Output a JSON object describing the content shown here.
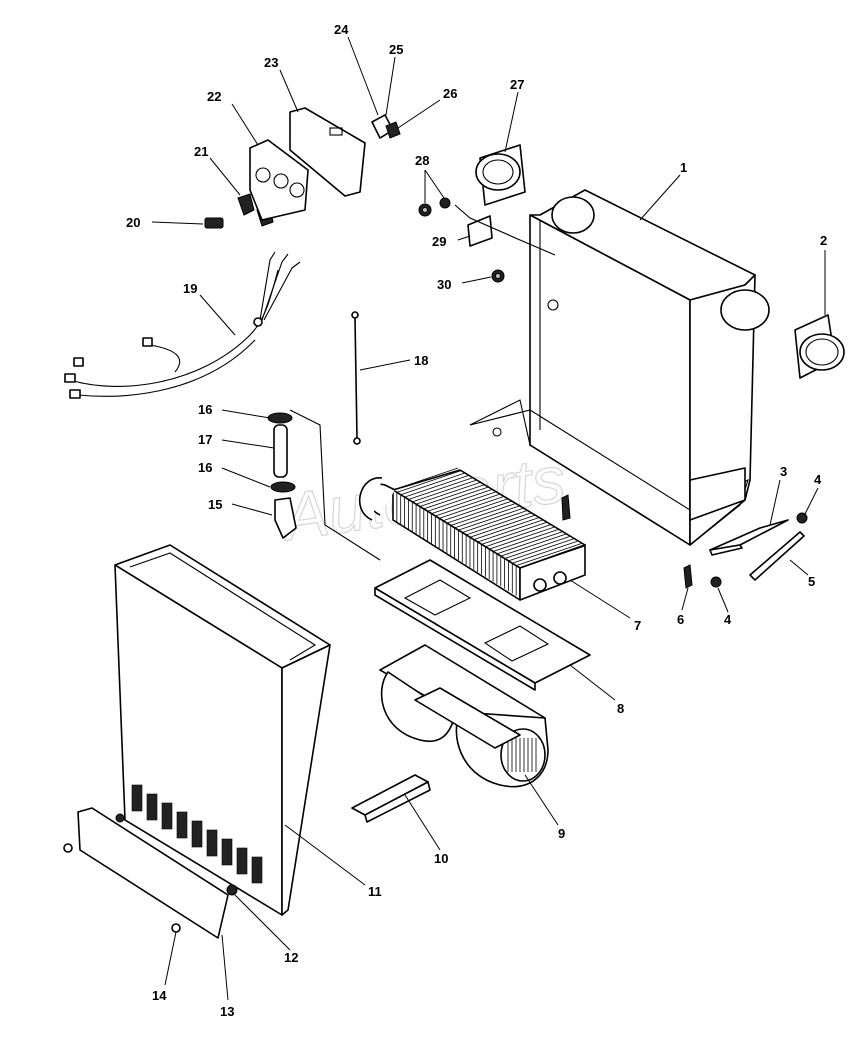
{
  "watermark": "Autoparts",
  "callouts": [
    {
      "label": "1"
    },
    {
      "label": "2"
    },
    {
      "label": "3"
    },
    {
      "label": "4"
    },
    {
      "label": "4"
    },
    {
      "label": "5"
    },
    {
      "label": "6"
    },
    {
      "label": "7"
    },
    {
      "label": "8"
    },
    {
      "label": "9"
    },
    {
      "label": "10"
    },
    {
      "label": "11"
    },
    {
      "label": "12"
    },
    {
      "label": "13"
    },
    {
      "label": "14"
    },
    {
      "label": "15"
    },
    {
      "label": "16"
    },
    {
      "label": "16"
    },
    {
      "label": "17"
    },
    {
      "label": "18"
    },
    {
      "label": "19"
    },
    {
      "label": "20"
    },
    {
      "label": "21"
    },
    {
      "label": "22"
    },
    {
      "label": "23"
    },
    {
      "label": "24"
    },
    {
      "label": "25"
    },
    {
      "label": "26"
    },
    {
      "label": "27"
    },
    {
      "label": "28"
    },
    {
      "label": "29"
    },
    {
      "label": "30"
    }
  ]
}
